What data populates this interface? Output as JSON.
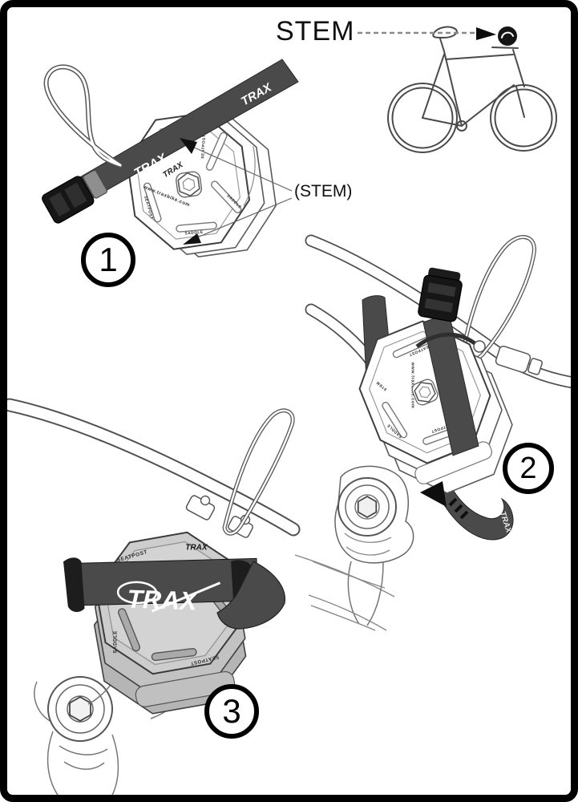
{
  "diagram": {
    "stem_label": "STEM",
    "stem_annotation": "(STEM)",
    "brand": "TRAX",
    "steps": [
      {
        "number": "1"
      },
      {
        "number": "2"
      },
      {
        "number": "3"
      }
    ],
    "device_labels": {
      "seatpost": "SEATPOST",
      "saddle": "SADDLE",
      "stem": "STEM",
      "website": "www.traxbike.com"
    },
    "colors": {
      "strap": "#4a4a4a",
      "buckle": "#161616",
      "device_gray": "#cdcdcd",
      "outline": "#3f3f3f",
      "border": "#000000",
      "background": "#ffffff"
    }
  }
}
